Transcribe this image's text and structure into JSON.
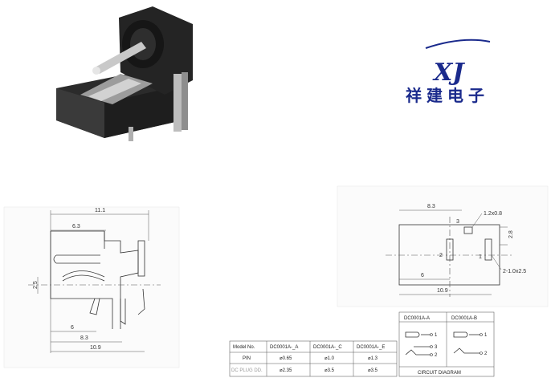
{
  "brand": {
    "logo": "XJ",
    "company": "祥建电子"
  },
  "side_drawing": {
    "dims": {
      "overall_length": "11.1",
      "body_length": "6.3",
      "height": "2.5",
      "pin_offset": "6",
      "pin_pitch": "8.3",
      "total_length": "10.9"
    }
  },
  "top_drawing": {
    "dims": {
      "length": "8.3",
      "pin3_size": "1.2x0.8",
      "pin3_label": "3",
      "width": "2.8",
      "pin2_label": "2",
      "pin1_label": "1",
      "pin1_size": "2-1.0x2.5",
      "pin_offset": "6",
      "total_length": "10.9"
    }
  },
  "model_table": {
    "headers": [
      "Model No.",
      "DC0001A-_A",
      "DC0001A-_C",
      "DC0001A-_E"
    ],
    "rows": [
      [
        "PIN",
        "⌀0.65",
        "⌀1.0",
        "⌀1.3"
      ],
      [
        "DC PLUG DD.",
        "⌀2.35",
        "⌀3.5",
        "⌀3.5"
      ]
    ]
  },
  "circuit": {
    "headers": [
      "DC0001A-A",
      "DC0001A-B"
    ],
    "pin_labels": [
      "1",
      "3",
      "2",
      "1",
      "2"
    ],
    "caption": "CIRCUIT DIAGRAM"
  }
}
